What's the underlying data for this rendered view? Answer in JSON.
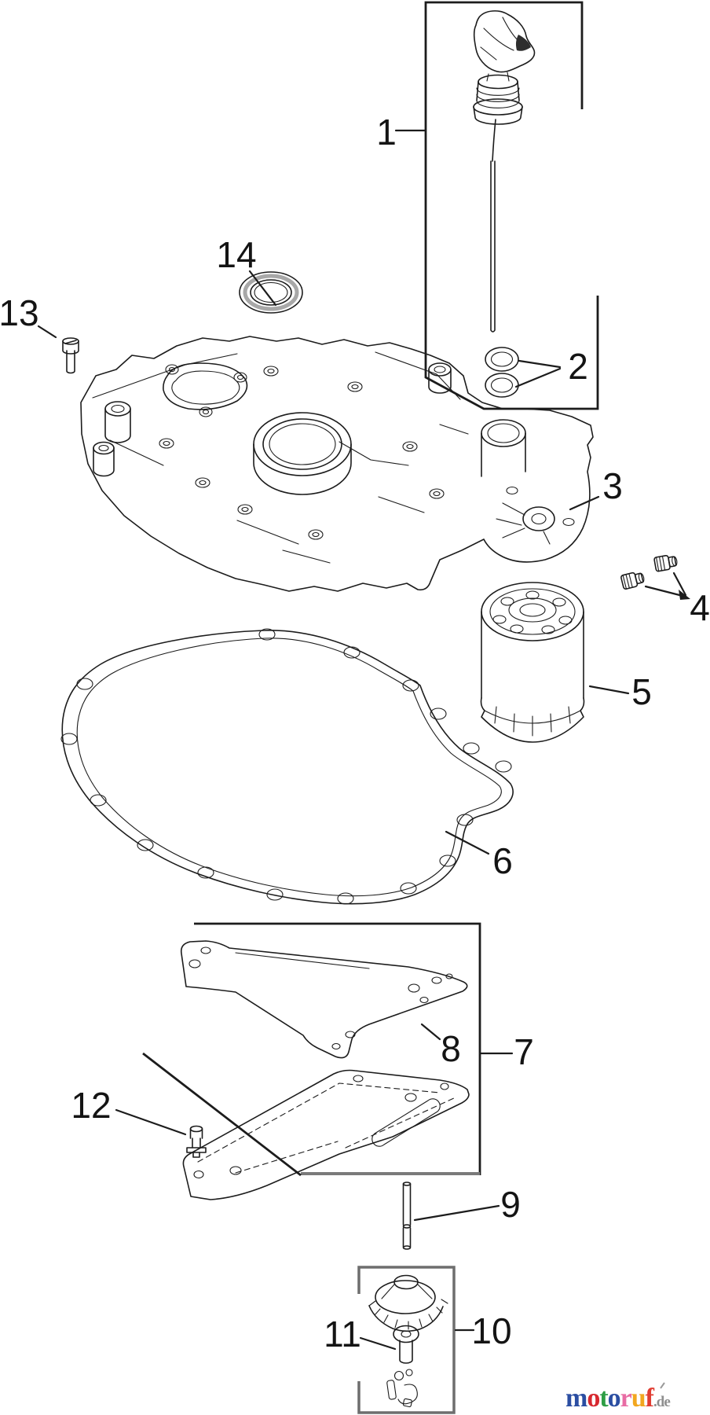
{
  "diagram": {
    "type": "exploded-parts-diagram",
    "callouts": {
      "c1": "1",
      "c2": "2",
      "c3": "3",
      "c4": "4",
      "c5": "5",
      "c6": "6",
      "c7": "7",
      "c8": "8",
      "c9": "9",
      "c10": "10",
      "c11": "11",
      "c12": "12",
      "c13": "13",
      "c14": "14"
    },
    "colors": {
      "line": "#1c1c1c",
      "group_box_gray": "#6e6e6e",
      "seal_ring_gray": "#a8a8a8"
    },
    "logo": {
      "letters": [
        {
          "ch": "m",
          "color": "#2b4ea2"
        },
        {
          "ch": "o",
          "color": "#d7282f"
        },
        {
          "ch": "t",
          "color": "#2e9e45"
        },
        {
          "ch": "o",
          "color": "#2b4ea2"
        },
        {
          "ch": "r",
          "color": "#e86ca4"
        },
        {
          "ch": "u",
          "color": "#f2a71f"
        },
        {
          "ch": "f",
          "color": "#e03c31"
        }
      ],
      "suffix": {
        "text": ".de",
        "color": "#8f8f8f"
      }
    }
  }
}
